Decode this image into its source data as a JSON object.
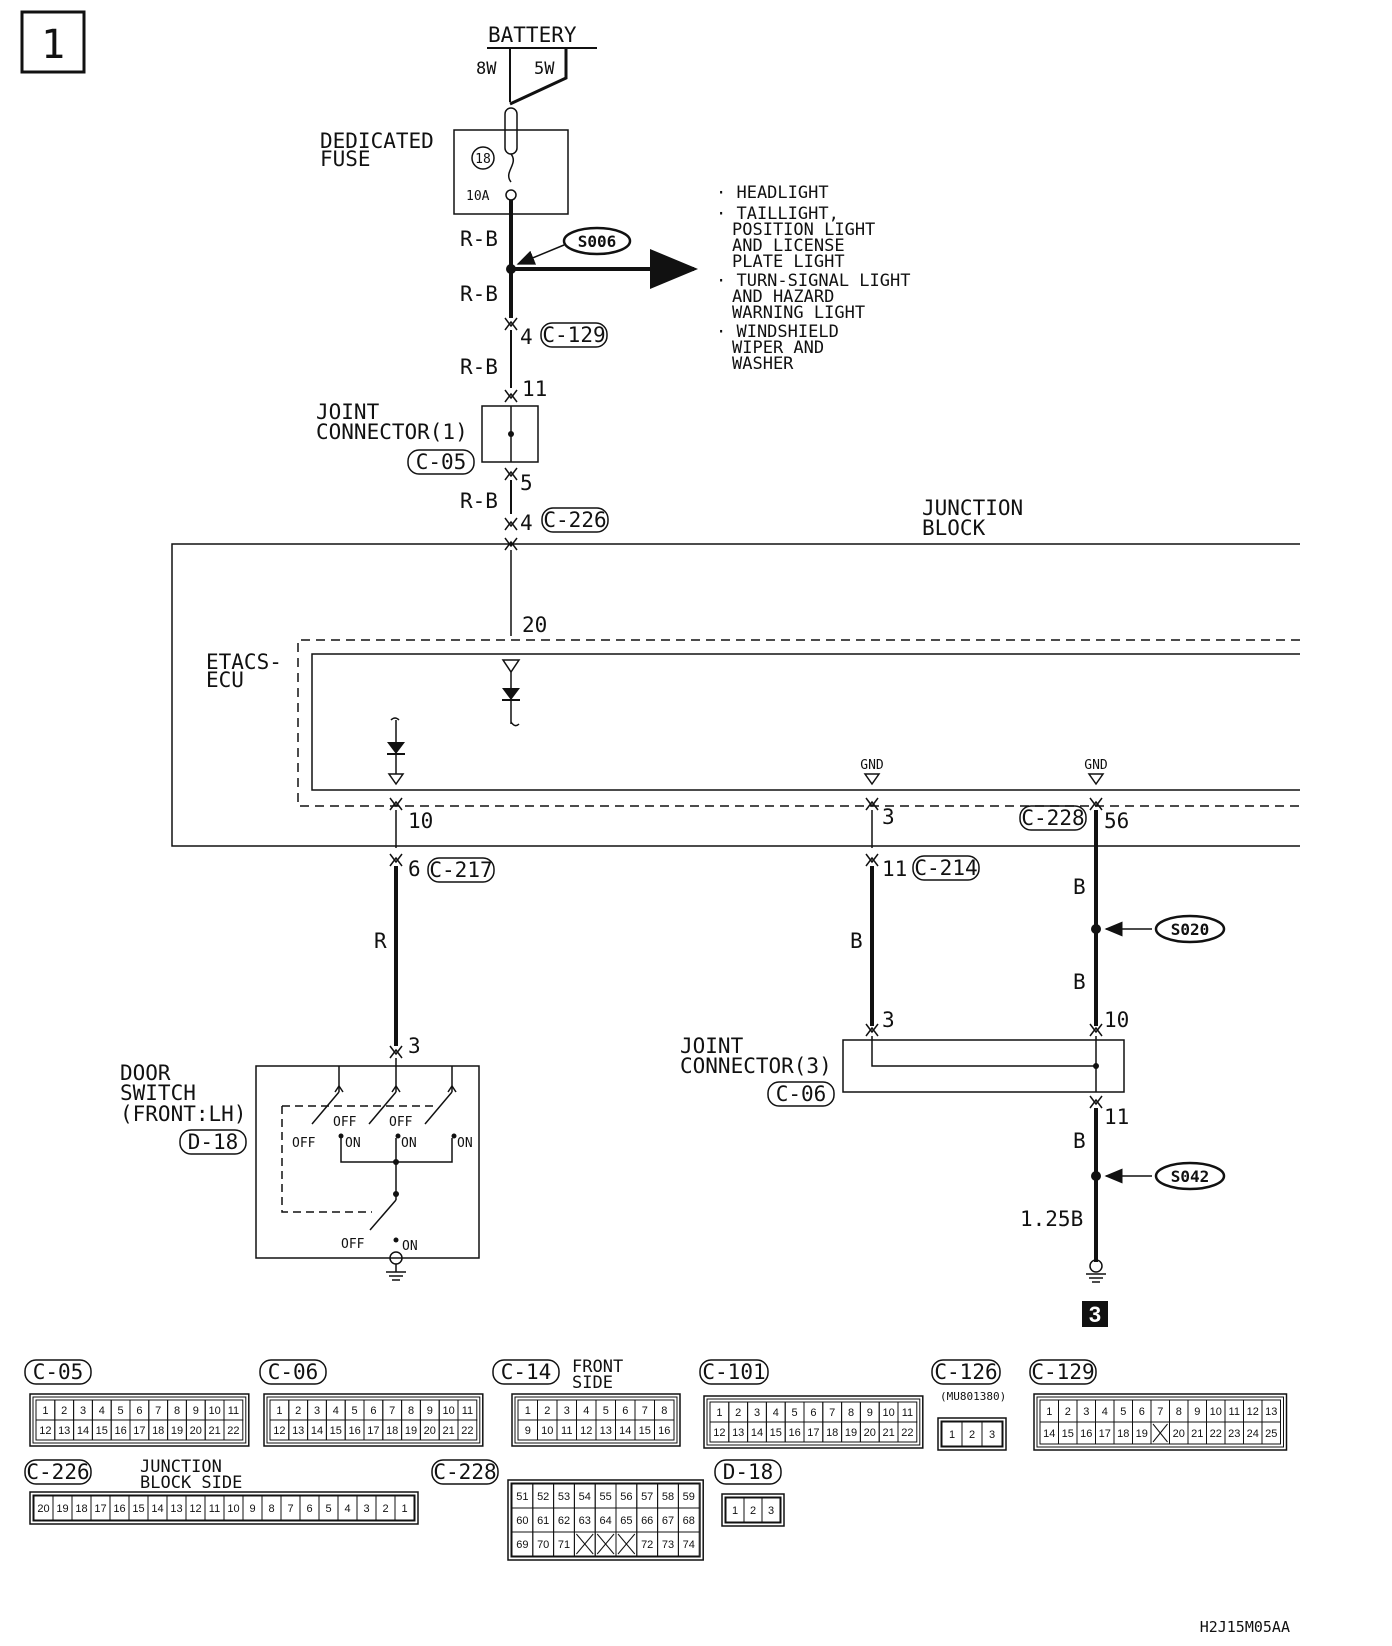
{
  "page_number": "1",
  "footer_code": "H2J15M05AA",
  "battery": {
    "label": "BATTERY",
    "wire_left": "8W",
    "wire_right": "5W"
  },
  "fuse": {
    "label_line1": "DEDICATED",
    "label_line2": "FUSE",
    "number": "18",
    "rating": "10A"
  },
  "splice_s006": {
    "id": "S006"
  },
  "destinations": [
    [
      "· HEADLIGHT"
    ],
    [
      "· TAILLIGHT,",
      "POSITION LIGHT",
      "AND LICENSE",
      "PLATE LIGHT"
    ],
    [
      "· TURN-SIGNAL LIGHT",
      "AND HAZARD",
      "WARNING LIGHT"
    ],
    [
      "· WINDSHIELD",
      "WIPER AND",
      "WASHER"
    ]
  ],
  "wire_colors": {
    "rb": "R-B",
    "r": "R",
    "b": "B",
    "b125": "1.25B"
  },
  "pins": {
    "c129_pin": "4",
    "jc1_in": "11",
    "jc1_out": "5",
    "c226_pin": "4",
    "ecu_in": "20",
    "ecu_10": "10",
    "ecu_3": "3",
    "ecu_56": "56",
    "c217_pin": "6",
    "c214_pin": "11",
    "door_pin": "3",
    "jc3_left": "3",
    "jc3_right_in": "10",
    "jc3_right_out": "11"
  },
  "connectors": {
    "c129": "C-129",
    "c05": "C-05",
    "c226": "C-226",
    "c217": "C-217",
    "c214": "C-214",
    "c228": "C-228",
    "c06": "C-06",
    "d18": "D-18"
  },
  "joint_connector_1": {
    "line1": "JOINT",
    "line2": "CONNECTOR(1)"
  },
  "joint_connector_3": {
    "line1": "JOINT",
    "line2": "CONNECTOR(3)"
  },
  "junction_block": {
    "line1": "JUNCTION",
    "line2": "BLOCK"
  },
  "etacs": {
    "line1": "ETACS-",
    "line2": "ECU",
    "gnd": "GND"
  },
  "door_switch": {
    "line1": "DOOR",
    "line2": "SWITCH",
    "line3": "(FRONT:LH)",
    "off": "OFF",
    "on": "ON"
  },
  "splice_s020": {
    "id": "S020"
  },
  "splice_s042": {
    "id": "S042"
  },
  "ground_ref": "3",
  "connector_views": {
    "c05": {
      "name": "C-05",
      "row1": [
        "1",
        "2",
        "3",
        "4",
        "5",
        "6",
        "7",
        "8",
        "9",
        "10",
        "11"
      ],
      "row2": [
        "12",
        "13",
        "14",
        "15",
        "16",
        "17",
        "18",
        "19",
        "20",
        "21",
        "22"
      ]
    },
    "c06": {
      "name": "C-06",
      "row1": [
        "1",
        "2",
        "3",
        "4",
        "5",
        "6",
        "7",
        "8",
        "9",
        "10",
        "11"
      ],
      "row2": [
        "12",
        "13",
        "14",
        "15",
        "16",
        "17",
        "18",
        "19",
        "20",
        "21",
        "22"
      ]
    },
    "c14": {
      "name": "C-14",
      "note_line1": "FRONT",
      "note_line2": "SIDE",
      "row1": [
        "1",
        "2",
        "3",
        "4",
        "5",
        "6",
        "7",
        "8"
      ],
      "row2": [
        "9",
        "10",
        "11",
        "12",
        "13",
        "14",
        "15",
        "16"
      ]
    },
    "c101": {
      "name": "C-101",
      "row1": [
        "1",
        "2",
        "3",
        "4",
        "5",
        "6",
        "7",
        "8",
        "9",
        "10",
        "11"
      ],
      "row2": [
        "12",
        "13",
        "14",
        "15",
        "16",
        "17",
        "18",
        "19",
        "20",
        "21",
        "22"
      ]
    },
    "c126": {
      "name": "C-126",
      "part": "(MU801380)",
      "row1": [
        "1",
        "2",
        "3"
      ]
    },
    "c129": {
      "name": "C-129",
      "row1": [
        "1",
        "2",
        "3",
        "4",
        "5",
        "6",
        "7",
        "8",
        "9",
        "10",
        "11",
        "12",
        "13"
      ],
      "row2": [
        "14",
        "15",
        "16",
        "17",
        "18",
        "19",
        "",
        "20",
        "21",
        "22",
        "23",
        "24",
        "25"
      ]
    },
    "c226": {
      "name": "C-226",
      "note_line1": "JUNCTION",
      "note_line2": "BLOCK SIDE",
      "row1": [
        "20",
        "19",
        "18",
        "17",
        "16",
        "15",
        "14",
        "13",
        "12",
        "11",
        "10",
        "9",
        "8",
        "7",
        "6",
        "5",
        "4",
        "3",
        "2",
        "1"
      ]
    },
    "c228": {
      "name": "C-228",
      "row1": [
        "51",
        "52",
        "53",
        "54",
        "55",
        "56",
        "57",
        "58",
        "59"
      ],
      "row2": [
        "60",
        "61",
        "62",
        "63",
        "64",
        "65",
        "66",
        "67",
        "68"
      ],
      "row3": [
        "69",
        "70",
        "71",
        "",
        "",
        "",
        "72",
        "73",
        "74"
      ]
    },
    "d18": {
      "name": "D-18",
      "row1": [
        "1",
        "2",
        "3"
      ]
    }
  }
}
